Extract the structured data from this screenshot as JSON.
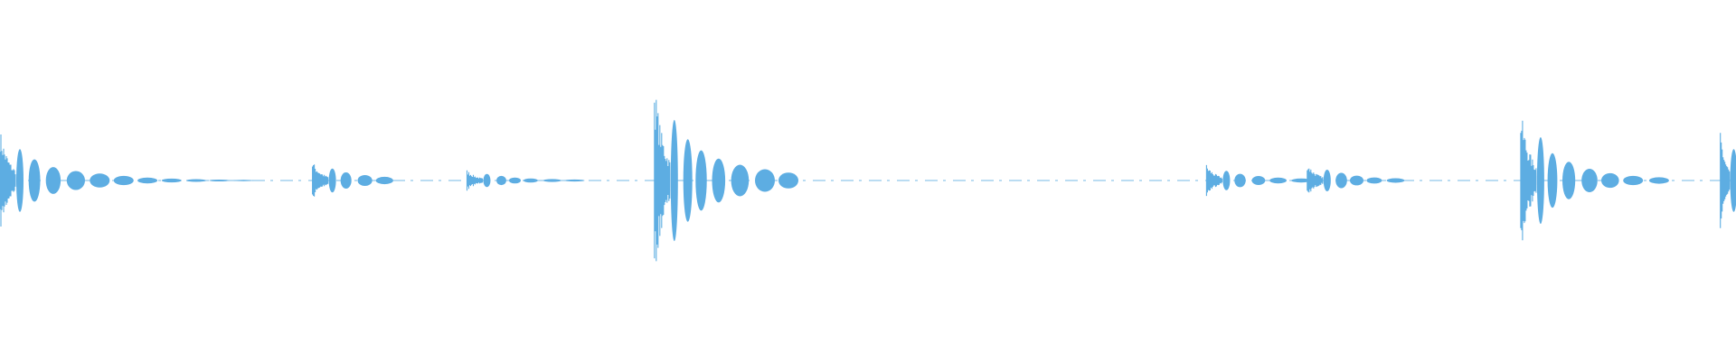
{
  "chart_data": {
    "type": "waveform",
    "color": "#5DADE2",
    "background": "#FFFFFF",
    "amplitude_range": [
      -1,
      1
    ],
    "grid": false,
    "axes_visible": false,
    "events": [
      {
        "t": 0.0,
        "amp": 0.29,
        "decay": 0.15
      },
      {
        "t": 0.18,
        "amp": 0.11,
        "decay": 0.03
      },
      {
        "t": 0.269,
        "amp": 0.06,
        "decay": 0.05
      },
      {
        "t": 0.377,
        "amp": 0.56,
        "decay": 0.07
      },
      {
        "t": 0.695,
        "amp": 0.09,
        "decay": 0.05
      },
      {
        "t": 0.753,
        "amp": 0.1,
        "decay": 0.04
      },
      {
        "t": 0.876,
        "amp": 0.4,
        "decay": 0.07
      },
      {
        "t": 0.991,
        "amp": 0.29,
        "decay": 0.01
      }
    ]
  }
}
